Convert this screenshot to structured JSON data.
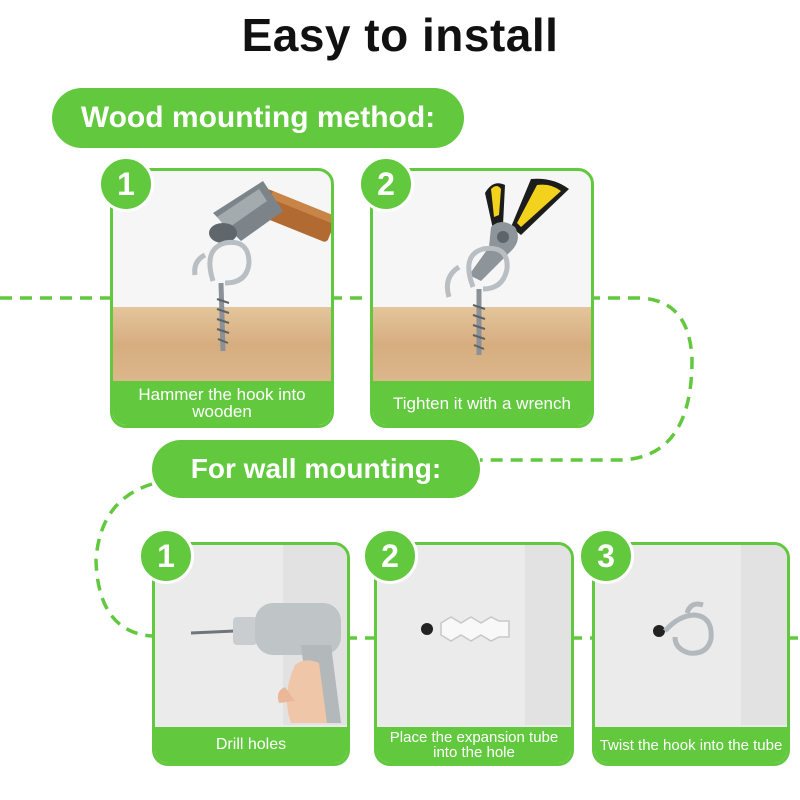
{
  "title": "Easy to install",
  "wood": {
    "heading": "Wood mounting method:",
    "steps": [
      {
        "number": "1",
        "caption": "Hammer the hook into wooden",
        "icon": "hammer-icon"
      },
      {
        "number": "2",
        "caption": "Tighten it with a wrench",
        "icon": "pliers-icon"
      }
    ]
  },
  "wall": {
    "heading": "For wall mounting:",
    "steps": [
      {
        "number": "1",
        "caption": "Drill holes",
        "icon": "drill-icon"
      },
      {
        "number": "2",
        "caption": "Place the expansion tube into the hole",
        "icon": "expansion-tube-icon"
      },
      {
        "number": "3",
        "caption": "Twist the hook into the tube",
        "icon": "hook-icon"
      }
    ]
  },
  "colors": {
    "accent": "#62c83e",
    "wood": "#d9b184",
    "wall": "#eeeeee"
  }
}
